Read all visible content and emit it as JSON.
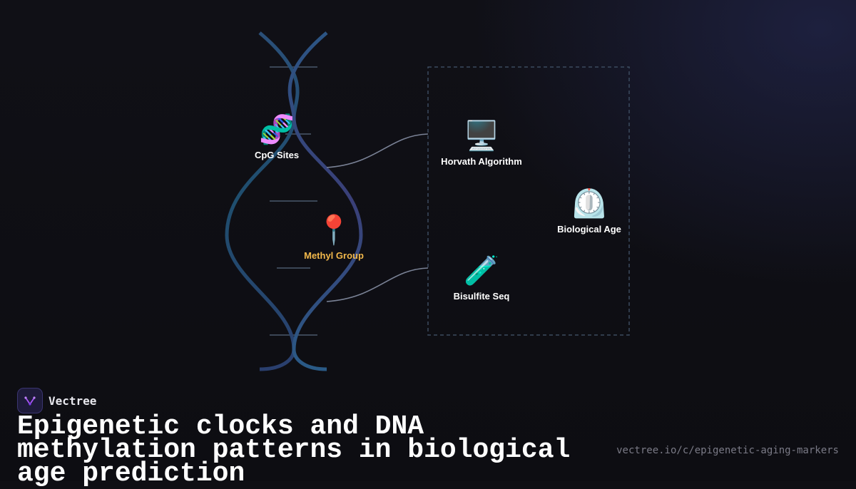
{
  "diagram": {
    "nodes": {
      "cpg": {
        "icon": "dna-icon",
        "glyph": "🧬",
        "label": "CpG Sites"
      },
      "methyl": {
        "icon": "pin-icon",
        "glyph": "📍",
        "label": "Methyl Group"
      },
      "horvath": {
        "icon": "computer-icon",
        "glyph": "🖥️",
        "label": "Horvath Algorithm"
      },
      "bisulfite": {
        "icon": "test-tube-icon",
        "glyph": "🧪",
        "label": "Bisulfite Seq"
      },
      "bioage": {
        "icon": "timer-icon",
        "glyph": "⏲️",
        "label": "Biological Age"
      }
    },
    "colors": {
      "helix_left": "#1f4e6e",
      "helix_right": "#3a3f78",
      "connector": "#7a8296",
      "box_border": "#3b4a5e",
      "accent_label": "#f2b84b"
    }
  },
  "footer": {
    "brand": "Vectree",
    "title": "Epigenetic clocks and DNA methylation patterns in biological age prediction",
    "url": "vectree.io/c/epigenetic-aging-markers"
  }
}
